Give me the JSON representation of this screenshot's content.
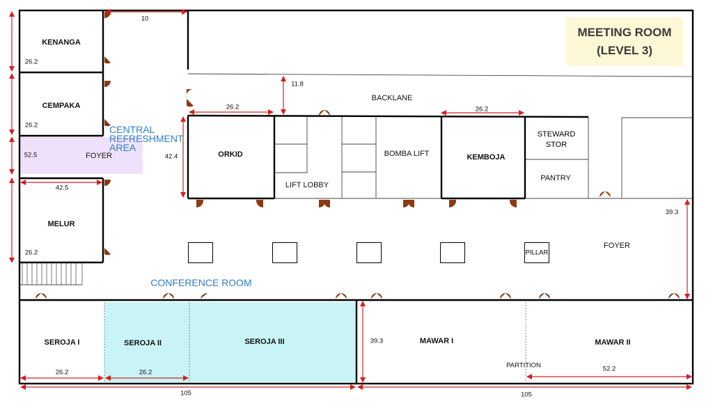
{
  "title": {
    "line1": "MEETING ROOM",
    "line2": "(LEVEL 3)"
  },
  "rooms": {
    "kenanga": "KENANGA",
    "cempaka": "CEMPAKA",
    "melur": "MELUR",
    "orkid": "ORKID",
    "kemboja": "KEMBOJA",
    "seroja1": "SEROJA I",
    "seroja2": "SEROJA II",
    "seroja3": "SEROJA III",
    "mawar1": "MAWAR I",
    "mawar2": "MAWAR II"
  },
  "areas": {
    "central_refreshment": [
      "CENTRAL",
      "REFRESHMENT",
      "AREA"
    ],
    "foyer_left": "FOYER",
    "foyer_right": "FOYER",
    "backlane": "BACKLANE",
    "lift_lobby": "LIFT LOBBY",
    "bomba_lift": "BOMBA LIFT",
    "steward_stor": [
      "STEWARD",
      "STOR"
    ],
    "pantry": "PANTRY",
    "pillar": "PILLAR",
    "conference_room": "CONFERENCE ROOM",
    "partition": "PARTITION"
  },
  "dimensions": {
    "kenanga_h": "26.2",
    "cempaka_h": "26.2",
    "foyer_h": "52.5",
    "melur_w": "42.5",
    "melur_h": "26.2",
    "corridor_w": "10",
    "backlane_h": "11.8",
    "orkid_w": "26.2",
    "orkid_h": "42.4",
    "kemboja_w": "26.2",
    "foyer_right_h": "39.3",
    "seroja1_w": "26.2",
    "seroja2_w": "26.2",
    "mawar_h": "39.3",
    "mawar2_w": "52.2",
    "bottom_left_w": "105",
    "bottom_right_w": "105"
  },
  "colors": {
    "wall": "#000000",
    "dimension_arrow": "#d42020",
    "door": "#8b3a12",
    "foyer_fill": "#efe1fb",
    "seroja_fill": "#c9f4f7",
    "title_bg": "#fdf8d6",
    "area_label": "#2f7ec6"
  }
}
